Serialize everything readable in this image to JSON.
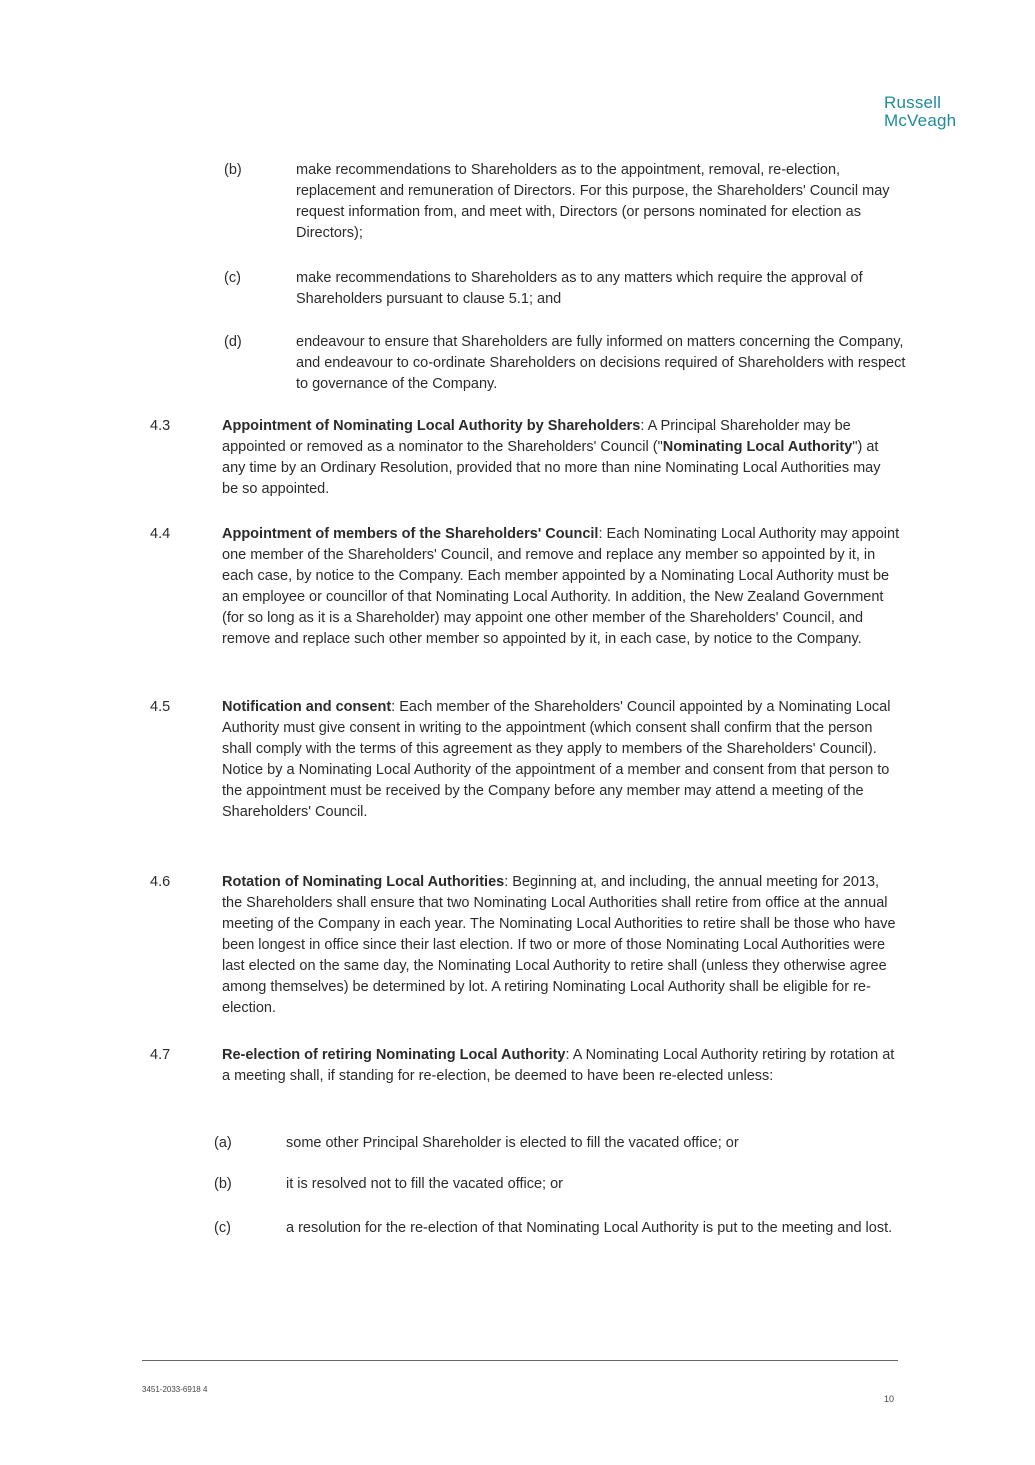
{
  "brand": {
    "line1": "Russell",
    "line2": "McVeagh",
    "color": "#1f8a9c"
  },
  "subclauses_top": [
    {
      "label": "(b)",
      "text": "make recommendations to Shareholders as to the appointment, removal, re-election, replacement and remuneration of Directors.  For this purpose, the Shareholders' Council may request information from, and meet with, Directors (or persons nominated for election as Directors);"
    },
    {
      "label": "(c)",
      "text": "make recommendations to Shareholders as to any matters which require the approval of Shareholders pursuant to clause 5.1; and"
    },
    {
      "label": "(d)",
      "text": "endeavour to ensure that Shareholders are fully informed on matters concerning the Company, and endeavour to co-ordinate Shareholders on decisions required of Shareholders with respect to governance of the Company."
    }
  ],
  "clauses": [
    {
      "num": "4.3",
      "heading": "Appointment of Nominating Local Authority by Shareholders",
      "text_a": ":  A Principal Shareholder may be appointed or removed as a nominator to the Shareholders' Council (\"",
      "bold_term": "Nominating Local Authority",
      "text_b": "\") at any time by an Ordinary Resolution, provided that no more than nine Nominating Local Authorities may be so appointed."
    },
    {
      "num": "4.4",
      "heading": "Appointment of members of the Shareholders' Council",
      "text": ":  Each Nominating Local Authority may appoint one member of the Shareholders' Council, and remove and replace any member so appointed by it, in each case, by notice to the Company.  Each member appointed by a Nominating Local Authority must be an employee or councillor of that Nominating Local Authority.  In addition, the New Zealand Government (for so long as it is a Shareholder) may appoint one other member of the Shareholders' Council, and remove and replace such other member so appointed by it, in each case, by notice to the Company."
    },
    {
      "num": "4.5",
      "heading": "Notification and consent",
      "text": ":  Each member of the Shareholders' Council appointed by a Nominating Local Authority must give consent in writing to the appointment (which consent shall confirm that the person shall comply with the terms of this agreement as they apply to members of the Shareholders' Council).  Notice by a Nominating Local Authority of the appointment of a member and consent from that person to the appointment must be received by the Company before any member may attend a meeting of the Shareholders' Council."
    },
    {
      "num": "4.6",
      "heading": "Rotation of Nominating Local Authorities",
      "text": ":  Beginning at, and including, the annual meeting for 2013, the Shareholders shall ensure that two Nominating Local Authorities shall retire from office at the annual meeting of the Company in each year.  The Nominating Local Authorities to retire shall be those who have been longest in office since their last election.  If two or more of those Nominating Local Authorities were last elected on the same day, the Nominating Local Authority to retire shall (unless they otherwise agree among themselves) be determined by lot.  A retiring Nominating Local Authority shall be eligible for re-election."
    },
    {
      "num": "4.7",
      "heading": "Re-election of retiring Nominating Local Authority",
      "text": ":  A Nominating Local Authority retiring by rotation at a meeting shall, if standing for re-election, be deemed to have been re-elected unless:"
    }
  ],
  "subclauses_bottom": [
    {
      "label": "(a)",
      "text": "some other Principal Shareholder is elected to fill the vacated office; or"
    },
    {
      "label": "(b)",
      "text": "it is resolved not to fill the vacated office; or"
    },
    {
      "label": "(c)",
      "text": "a resolution for the re-election of that Nominating Local Authority is put to the meeting and lost."
    }
  ],
  "footer": {
    "doc_ref": "3451-2033-6918 4",
    "page_number": "10"
  }
}
